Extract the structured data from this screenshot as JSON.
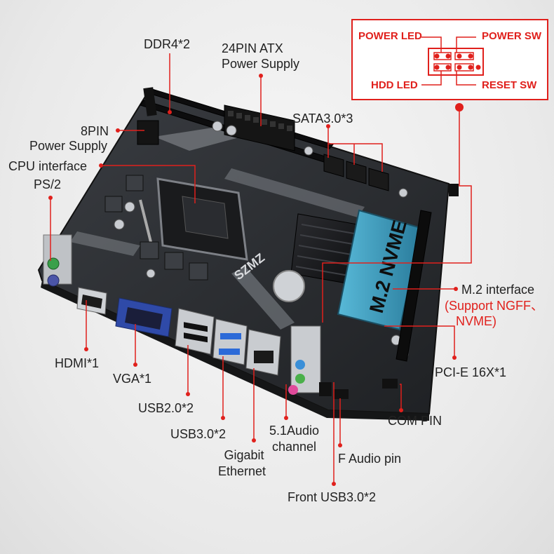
{
  "labels": {
    "ddr4": "DDR4*2",
    "atx_line1": "24PIN ATX",
    "atx_line2": "Power Supply",
    "sata": "SATA3.0*3",
    "pin8_line1": "8PIN",
    "pin8_line2": "Power Supply",
    "cpu": "CPU interface",
    "ps2": "PS/2",
    "m2_line1": "M.2 interface",
    "m2_line2": "(Support NGFF、",
    "m2_line3": "NVME)",
    "pcie": "PCI-E 16X*1",
    "hdmi": "HDMI*1",
    "vga": "VGA*1",
    "usb2": "USB2.0*2",
    "usb3": "USB3.0*2",
    "lan_line1": "Gigabit",
    "lan_line2": "Ethernet",
    "audio_line1": "5.1Audio",
    "audio_line2": "channel",
    "faudio": "F Audio pin",
    "com": "COM PIN",
    "front_usb": "Front USB3.0*2"
  },
  "front_panel": {
    "power_led": "POWER LED",
    "power_sw": "POWER SW",
    "hdd_led": "HDD  LED",
    "reset_sw": "RESET SW"
  },
  "board": {
    "brand_mark": "SZMZ",
    "m2_print": "M.2 NVME"
  },
  "colors": {
    "accent": "#e0201c",
    "pcb": "#2b2d31",
    "heatsink": "#1c1d20",
    "m2_card": "#3a8fb0"
  }
}
